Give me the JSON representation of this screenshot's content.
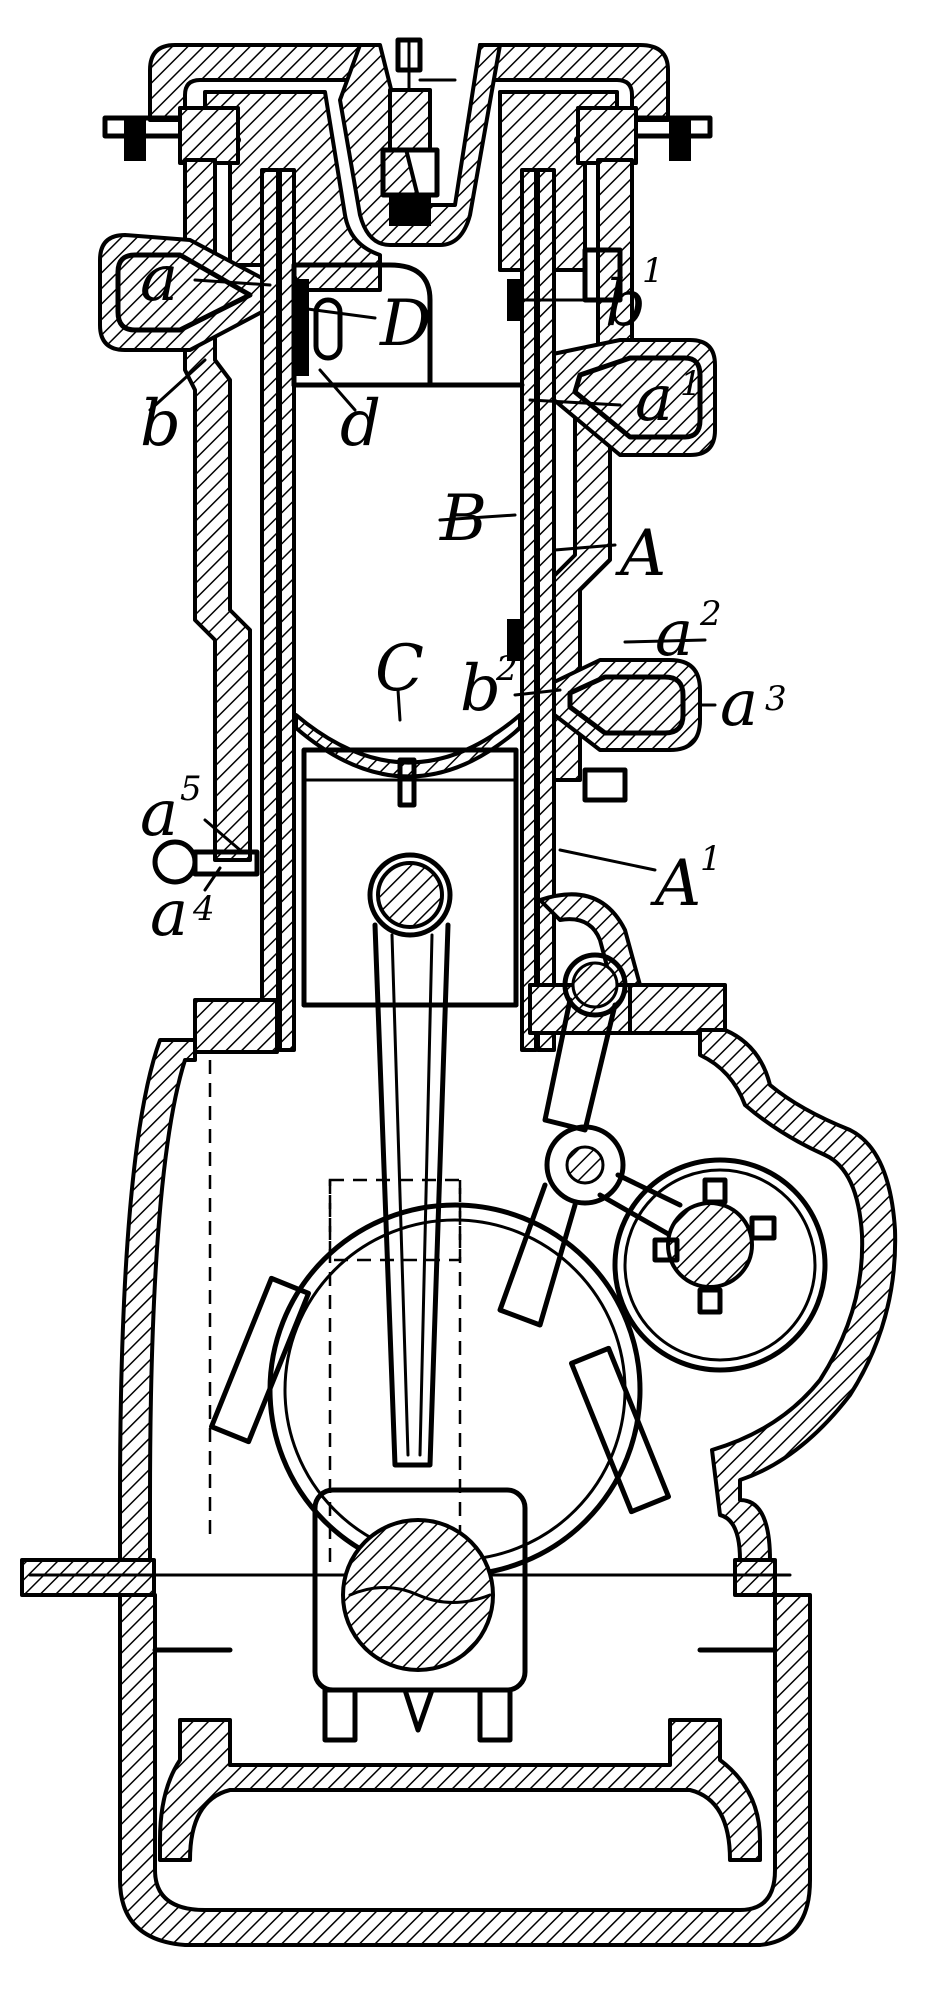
{
  "labels": {
    "a": "a",
    "b": "b",
    "d": "d",
    "D": "D",
    "b1": "b",
    "b1_sup": "1",
    "a1": "a",
    "a1_sup": "1",
    "B": "B",
    "A": "A",
    "a2": "a",
    "a2_sup": "2",
    "b2": "b",
    "b2_sup": "2",
    "a3": "a",
    "a3_sup": "3",
    "C": "C",
    "a5": "a",
    "a5_sup": "5",
    "a4": "a",
    "a4_sup": "4",
    "A1": "A",
    "A1_sup": "1"
  }
}
